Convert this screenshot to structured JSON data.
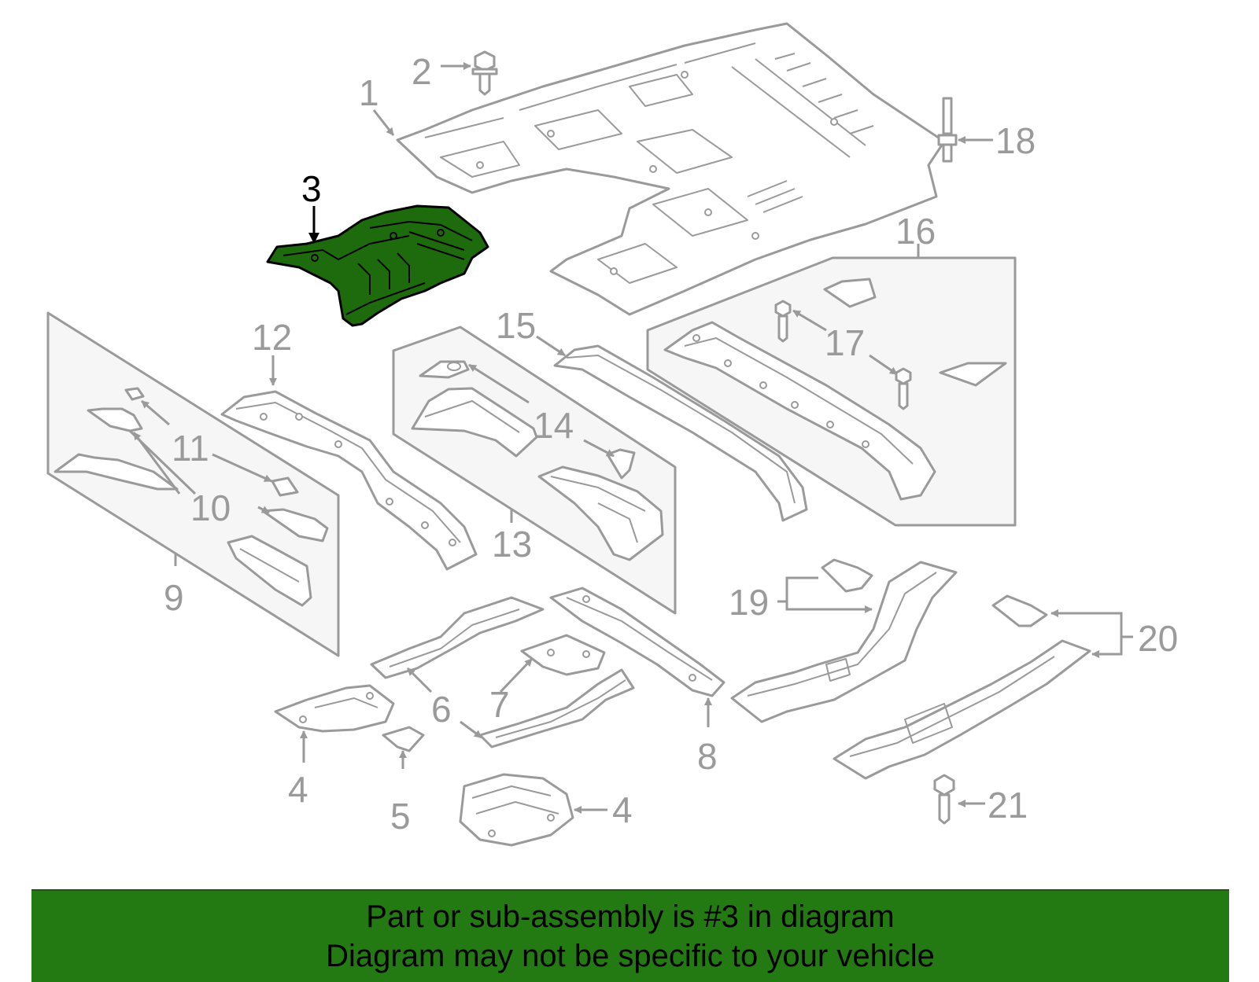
{
  "diagram": {
    "highlight_color": "#1e6b0e",
    "callouts": {
      "c1": "1",
      "c2": "2",
      "c3": "3",
      "c4a": "4",
      "c4b": "4",
      "c5": "5",
      "c6": "6",
      "c7": "7",
      "c8": "8",
      "c9": "9",
      "c10a": "10",
      "c11": "11",
      "c12": "12",
      "c13": "13",
      "c14": "14",
      "c15": "15",
      "c16": "16",
      "c17": "17",
      "c18": "18",
      "c19": "19",
      "c20": "20",
      "c21": "21"
    }
  },
  "banner": {
    "background": "#237a12",
    "line1": "Part or sub-assembly is #3 in diagram",
    "line2": "Diagram may not be specific to your vehicle"
  }
}
